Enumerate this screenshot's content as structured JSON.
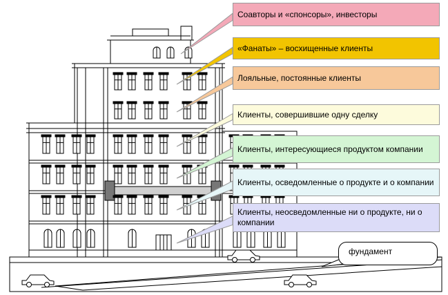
{
  "levels": [
    {
      "id": "level-7",
      "text": "Соавторы и «спонсоры», инвесторы",
      "fill": "#f4a9b8"
    },
    {
      "id": "level-6",
      "text": "«Фанаты» – восхищенные клиенты",
      "fill": "#f2c400"
    },
    {
      "id": "level-5",
      "text": "Лояльные, постоянные клиенты",
      "fill": "#f7c89a"
    },
    {
      "id": "level-4",
      "text": "Клиенты, совершившие одну сделку",
      "fill": "#fdfbdc"
    },
    {
      "id": "level-3",
      "text": "Клиенты, интересующиеся продуктом компании",
      "fill": "#d4f5d4"
    },
    {
      "id": "level-2",
      "text": "Клиенты, осведомленные о продукте и о компании",
      "fill": "#e6f6f8"
    },
    {
      "id": "level-1",
      "text": "Клиенты, неосведомленные ни о продукте, ни о компании",
      "fill": "#dcdcf8"
    }
  ],
  "foundation": {
    "text": "фундамент",
    "fill": "#ffffff"
  }
}
